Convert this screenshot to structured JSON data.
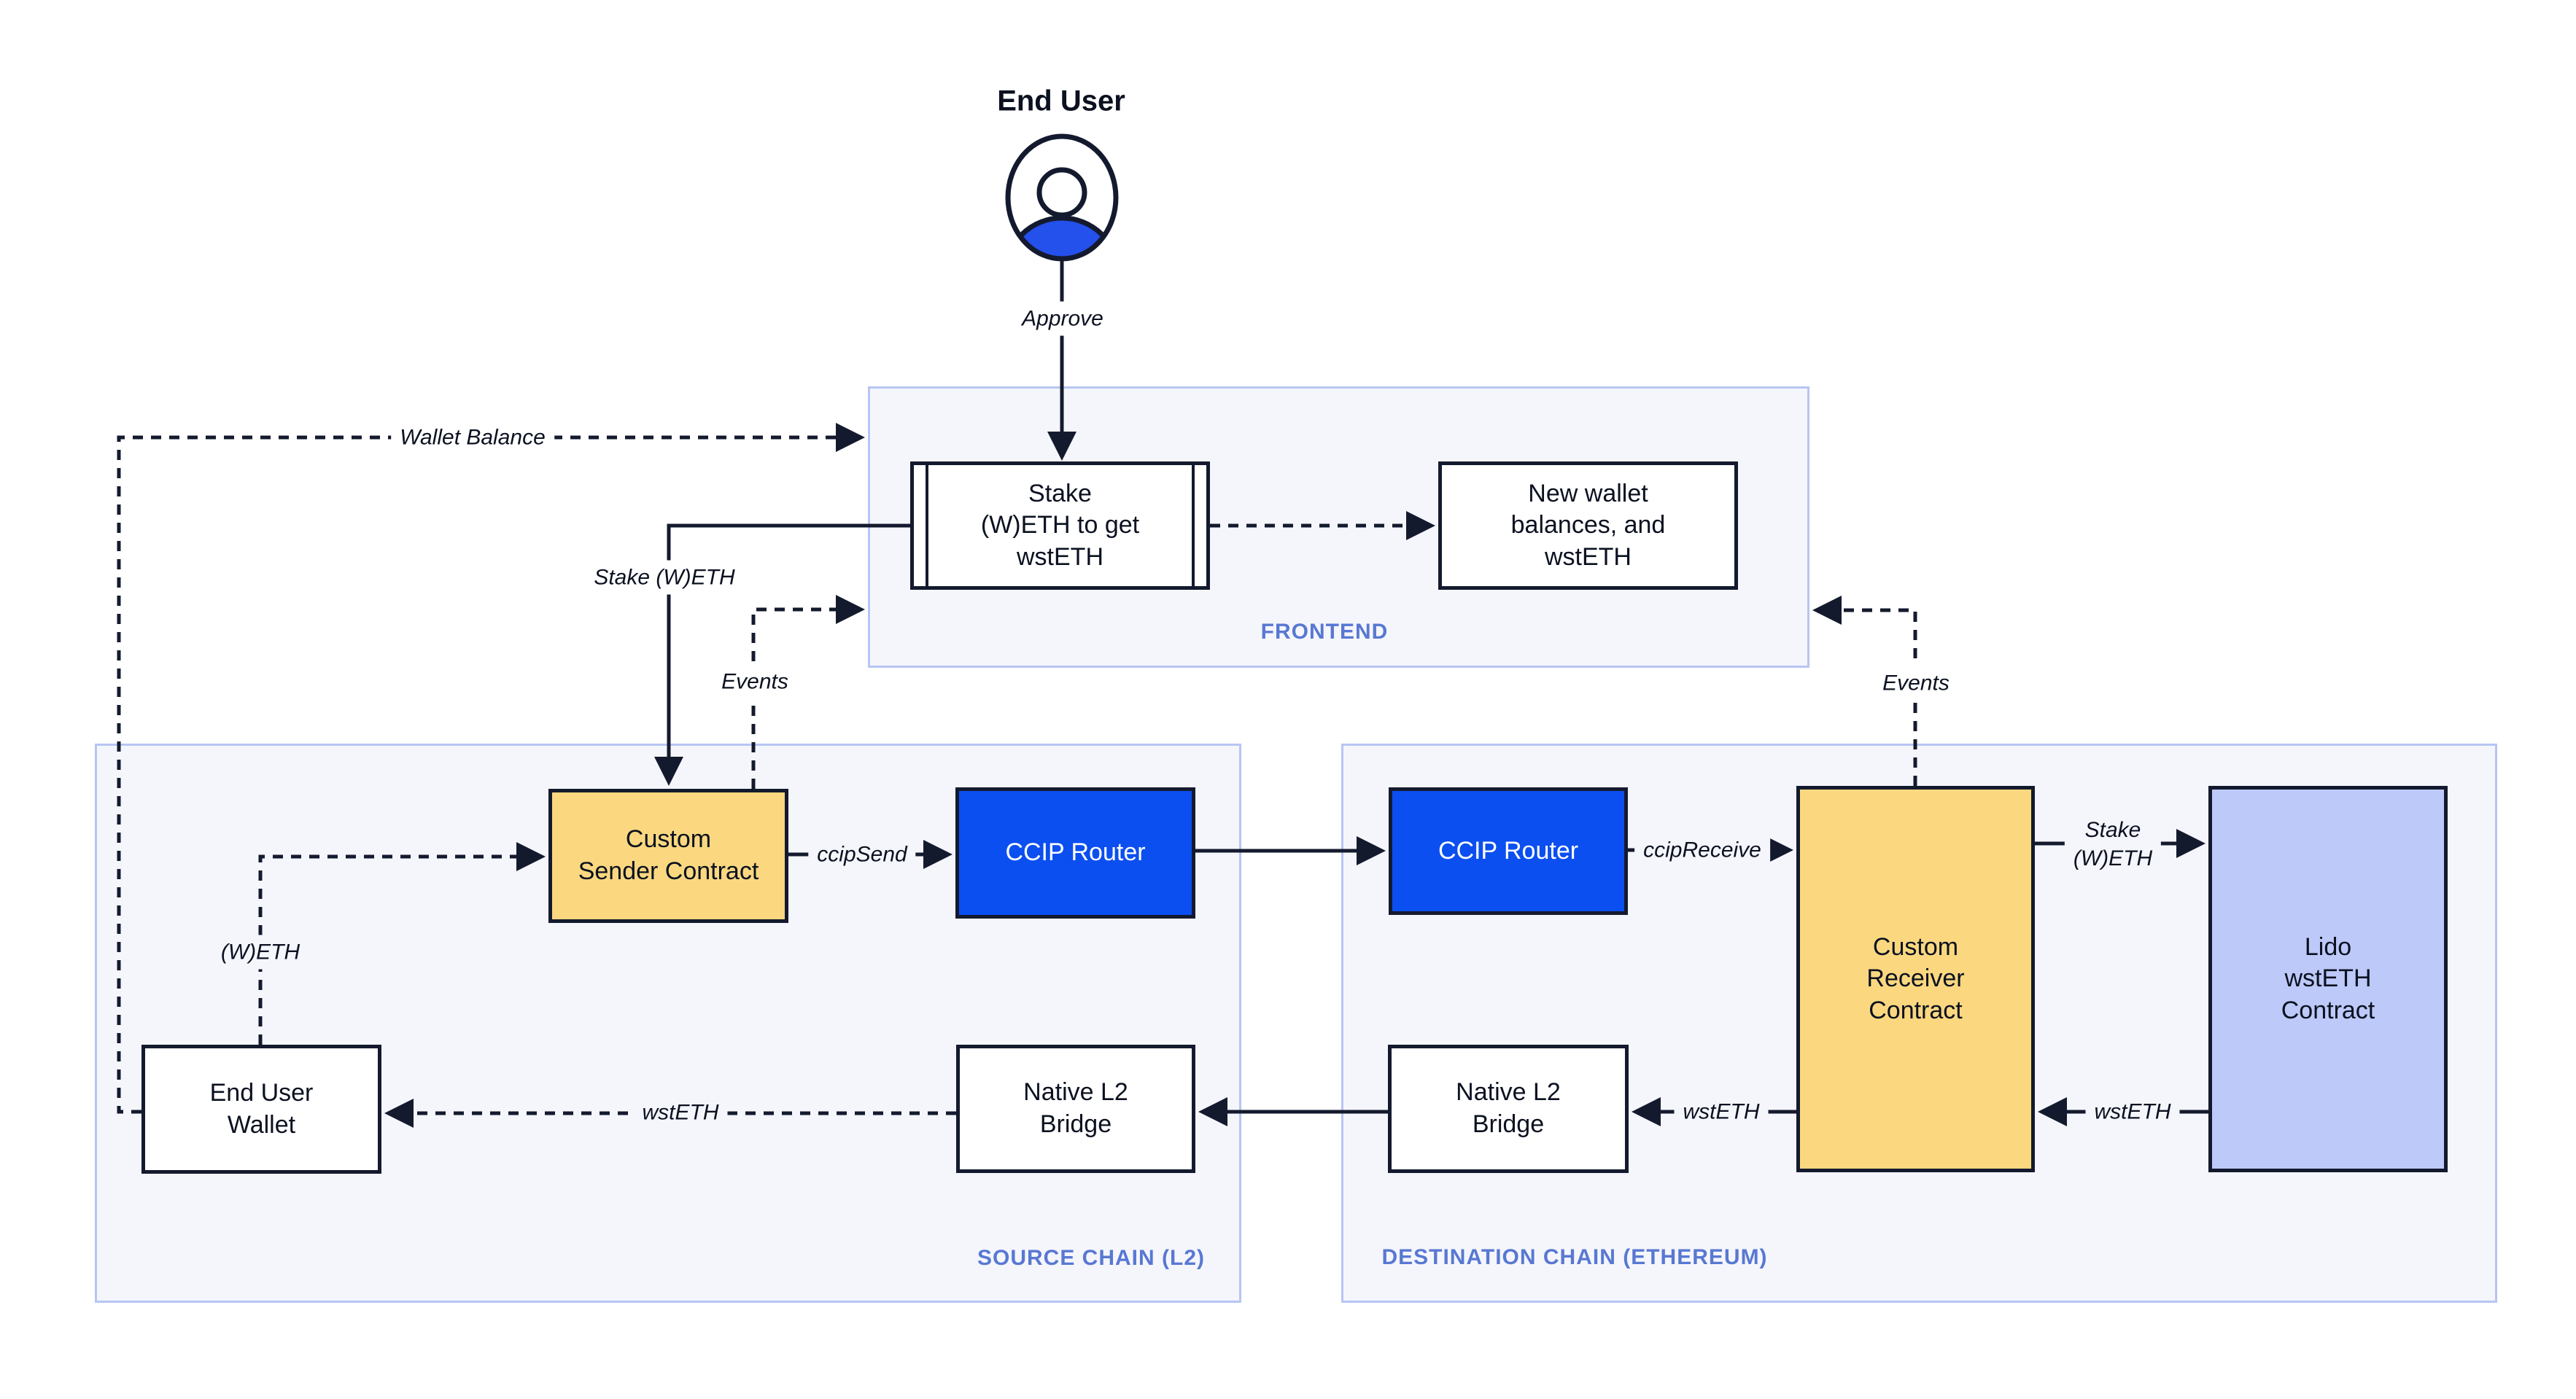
{
  "end_user": {
    "title": "End User",
    "approve_label": "Approve"
  },
  "frontend": {
    "label": "FRONTEND",
    "stake_box": "Stake\n(W)ETH to get\nwstETH",
    "new_wallet_box": "New wallet\nbalances, and\nwstETH"
  },
  "source_chain": {
    "label": "SOURCE CHAIN (L2)",
    "custom_sender": "Custom\nSender Contract",
    "ccip_router": "CCIP Router",
    "end_user_wallet": "End User\nWallet",
    "native_l2_bridge": "Native L2\nBridge"
  },
  "destination_chain": {
    "label": "DESTINATION CHAIN (ETHEREUM)",
    "ccip_router": "CCIP Router",
    "custom_receiver": "Custom\nReceiver\nContract",
    "lido_contract": "Lido\nwstETH\nContract",
    "native_l2_bridge": "Native L2\nBridge"
  },
  "edge_labels": {
    "wallet_balance": "Wallet Balance",
    "stake_weth": "Stake (W)ETH",
    "events_left": "Events",
    "events_right": "Events",
    "ccip_send": "ccipSend",
    "ccip_receive": "ccipReceive",
    "stake_weth_right": "Stake\n(W)ETH",
    "wsteth_from_lido": "wstETH",
    "wsteth_to_bridge": "wstETH",
    "wsteth_to_wallet": "wstETH",
    "weth": "(W)ETH"
  },
  "colors": {
    "ink": "#141a2e",
    "node_yellow": "#fbd87f",
    "node_blue": "#0b4ff0",
    "node_periwinkle": "#bdc9f8",
    "container_fill": "#f5f6fc",
    "container_border": "#b7c5f2",
    "section_label": "#5878d2",
    "avatar_blue": "#2450ec"
  }
}
